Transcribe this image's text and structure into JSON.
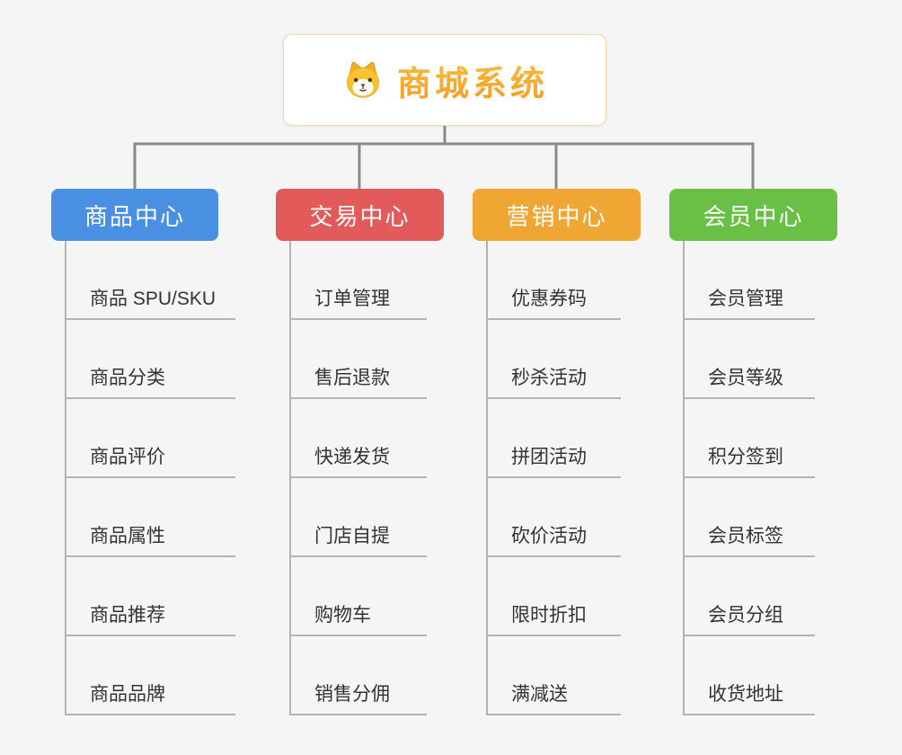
{
  "root": {
    "title": "商城系统",
    "icon": "dog-icon"
  },
  "branches": [
    {
      "label": "商品中心",
      "color": "#4a90e2",
      "children": [
        "商品 SPU/SKU",
        "商品分类",
        "商品评价",
        "商品属性",
        "商品推荐",
        "商品品牌"
      ]
    },
    {
      "label": "交易中心",
      "color": "#e25a5a",
      "children": [
        "订单管理",
        "售后退款",
        "快递发货",
        "门店自提",
        "购物车",
        "销售分佣"
      ]
    },
    {
      "label": "营销中心",
      "color": "#f0a632",
      "children": [
        "优惠券码",
        "秒杀活动",
        "拼团活动",
        "砍价活动",
        "限时折扣",
        "满减送"
      ]
    },
    {
      "label": "会员中心",
      "color": "#6abf45",
      "children": [
        "会员管理",
        "会员等级",
        "积分签到",
        "会员标签",
        "会员分组",
        "收货地址"
      ]
    }
  ]
}
